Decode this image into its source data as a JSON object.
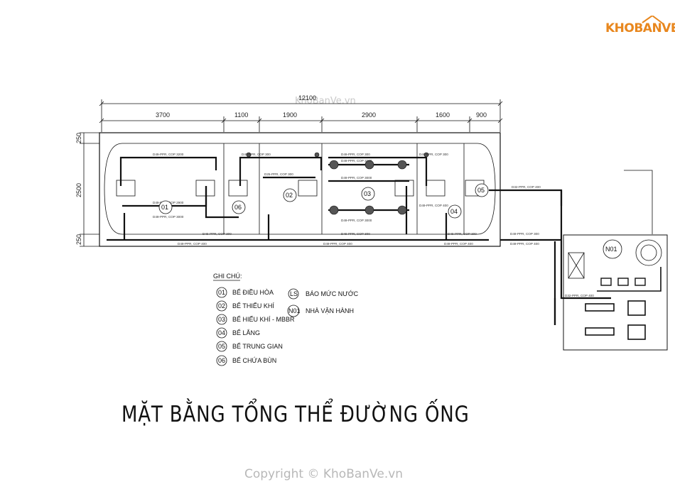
{
  "logo": {
    "text": "KHOBANVE"
  },
  "watermark_top": "KhoBanVe.vn",
  "watermark_bottom": "Copyright © KhoBanVe.vn",
  "title": "MẶT BẰNG TỔNG THỂ ĐƯỜNG ỐNG",
  "dimensions": {
    "overall": "12100",
    "segments": [
      "3700",
      "1100",
      "1900",
      "2900",
      "1600",
      "900"
    ],
    "side": [
      "250",
      "2500",
      "250"
    ]
  },
  "tanks": [
    {
      "tag": "01"
    },
    {
      "tag": "06"
    },
    {
      "tag": "02"
    },
    {
      "tag": "03"
    },
    {
      "tag": "04"
    },
    {
      "tag": "05"
    }
  ],
  "building": {
    "tag": "N01"
  },
  "pipe_labels": [
    "D49-PPR, COP 3200",
    "D49-PPR, COP 2900",
    "D49-PPR, COP 3000",
    "D49-PPR, COP 300",
    "D25-PPR, COP 300",
    "D49-PPR, COP 400",
    "D32-PPR, COP 400"
  ],
  "legend": {
    "title": "GHI CHÚ:",
    "items": [
      {
        "code": "01",
        "label": "BỂ ĐIỀU HÒA"
      },
      {
        "code": "02",
        "label": "BỂ THIẾU KHÍ"
      },
      {
        "code": "03",
        "label": "BỂ HIẾU KHÍ - MBBR"
      },
      {
        "code": "04",
        "label": "BỂ LẮNG"
      },
      {
        "code": "05",
        "label": "BỂ TRUNG GIAN"
      },
      {
        "code": "06",
        "label": "BỂ CHỨA BÙN"
      },
      {
        "code": "LS",
        "label": "BÁO MỨC NƯỚC"
      },
      {
        "code": "N01",
        "label": "NHÀ VẬN HÀNH"
      }
    ]
  },
  "colors": {
    "logo": "#e8871e",
    "line": "#111111",
    "watermark": "#bdbdbd"
  }
}
